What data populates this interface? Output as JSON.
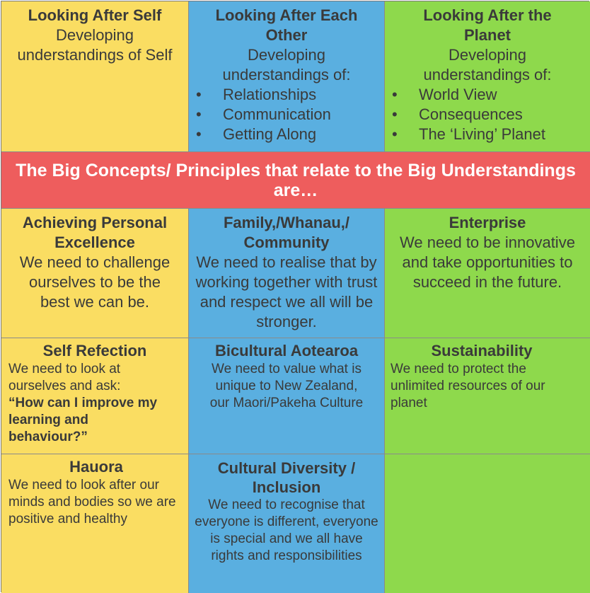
{
  "top_row": {
    "self": {
      "title": "Looking After Self",
      "body": "Developing understandings of Self"
    },
    "each_other": {
      "title": "Looking After Each Other",
      "body": "Developing understandings of:",
      "items": [
        "Relationships",
        "Communication",
        "Getting Along"
      ]
    },
    "planet": {
      "title": "Looking After the Planet",
      "body": "Developing understandings of:",
      "items": [
        "World View",
        "Consequences",
        "The ‘Living’ Planet"
      ]
    }
  },
  "banner": "The Big Concepts/ Principles that relate to the Big Understandings are…",
  "row2": {
    "excellence": {
      "title": "Achieving Personal Excellence",
      "body": "We need to challenge ourselves to be the best we can be."
    },
    "family": {
      "title": "Family,/Whanau,/ Community",
      "body": "We need to realise that by working together with trust and respect we all will be stronger."
    },
    "enterprise": {
      "title": "Enterprise",
      "body": "We need to be innovative and take opportunities to succeed in the future."
    }
  },
  "row3": {
    "reflection": {
      "title": "Self Refection",
      "body": "We need to look at ourselves and ask:",
      "quote": "“How can I improve my learning and behaviour?”"
    },
    "bicultural": {
      "title": "Bicultural Aotearoa",
      "body": "We need to value what is unique to New Zealand, our Maori/Pakeha Culture"
    },
    "sustainability": {
      "title": "Sustainability",
      "body": "We need to protect the unlimited resources of our planet"
    }
  },
  "row4": {
    "hauora": {
      "title": "Hauora",
      "body": "We need to look after our minds and bodies so we are positive and healthy"
    },
    "diversity": {
      "title": "Cultural Diversity / Inclusion",
      "body": "We need to recognise that everyone is different, everyone is special and we all have rights and responsibilities"
    }
  },
  "bullet_glyph": "•",
  "colors": {
    "yellow": "#fadd62",
    "blue": "#5aafe0",
    "green": "#8ed94c",
    "red": "#ee5d5d"
  }
}
